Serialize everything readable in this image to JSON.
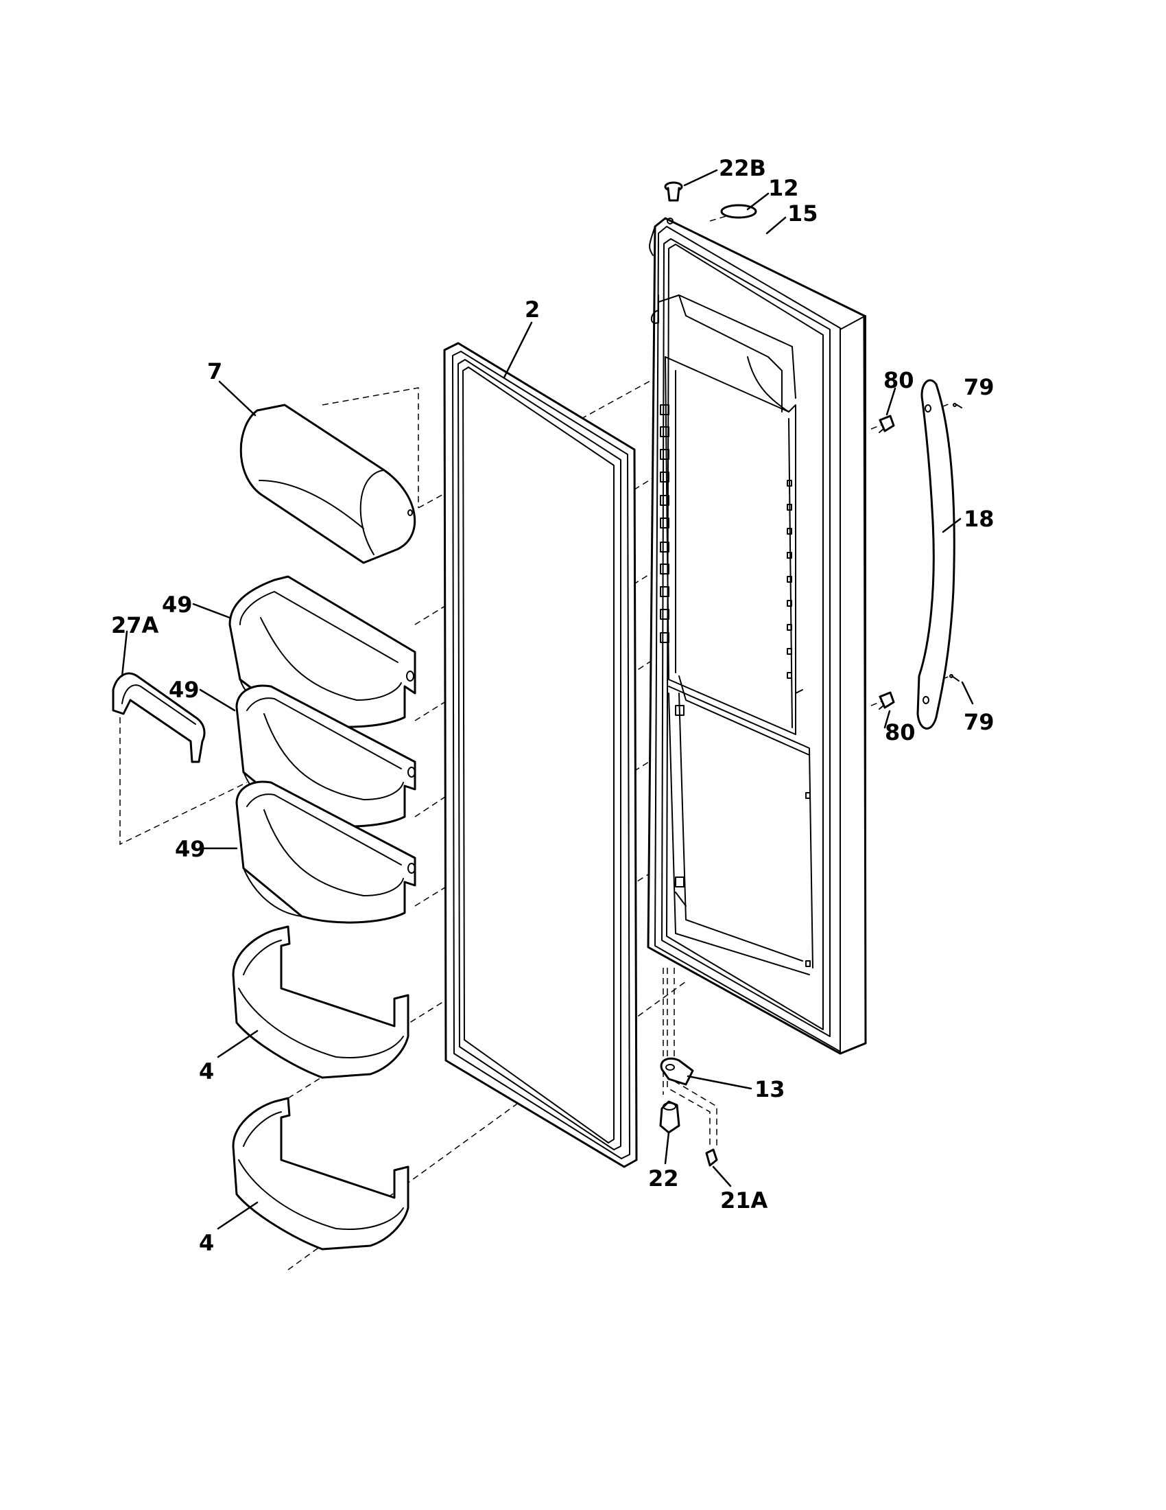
{
  "callouts": {
    "c_22B": "22B",
    "c_12": "12",
    "c_15": "15",
    "c_2": "2",
    "c_7": "7",
    "c_80_top": "80",
    "c_79_top": "79",
    "c_18": "18",
    "c_49_a": "49",
    "c_27A": "27A",
    "c_49_b": "49",
    "c_80_bottom": "80",
    "c_79_bottom": "79",
    "c_49_c": "49",
    "c_4_a": "4",
    "c_13": "13",
    "c_22": "22",
    "c_21A": "21A",
    "c_4_b": "4"
  },
  "colors": {
    "line": "#000000",
    "background": "#ffffff"
  }
}
